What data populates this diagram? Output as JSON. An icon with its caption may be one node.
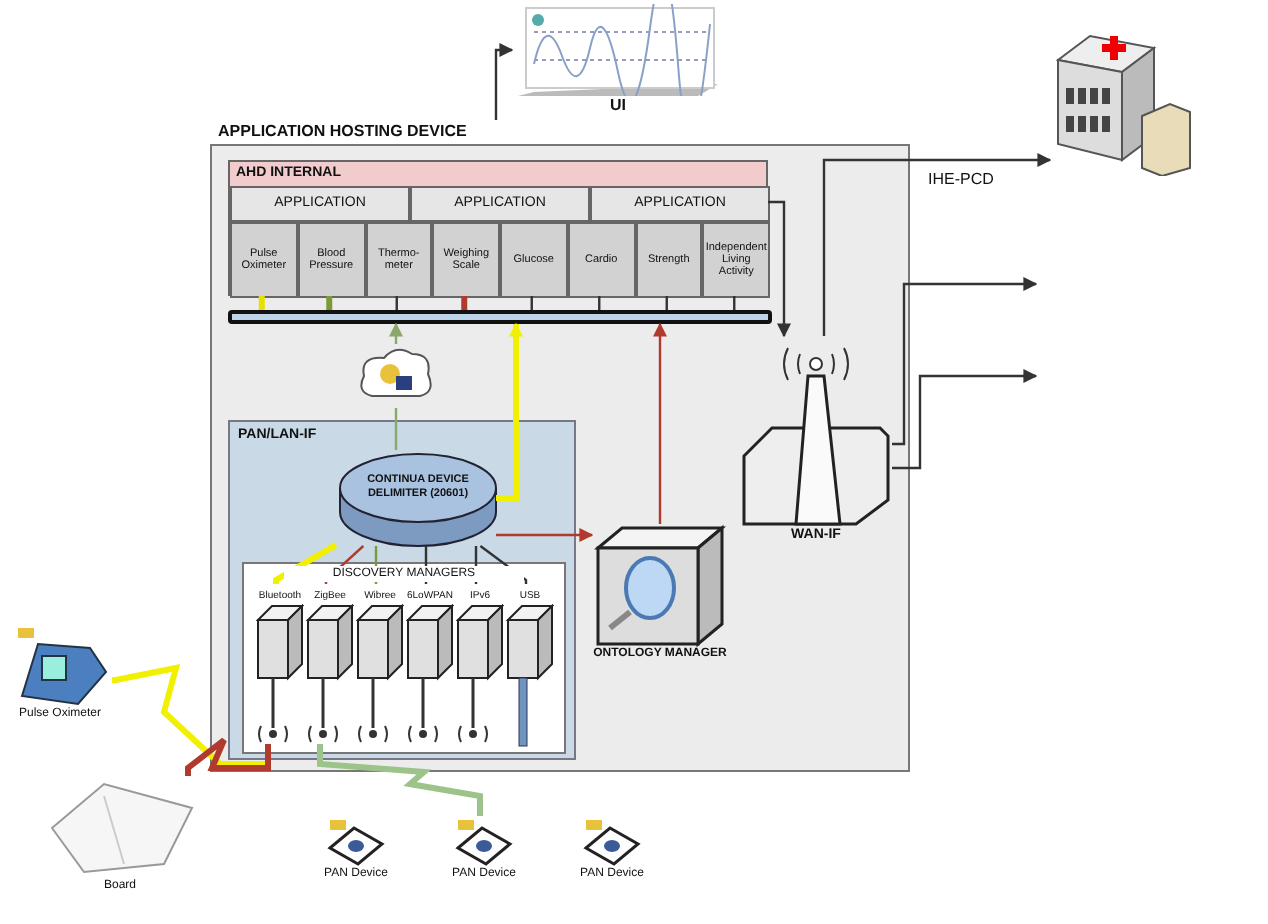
{
  "diagram": {
    "nodes": [
      {
        "text": [
          "UI"
        ]
      },
      {
        "text": [],
        "shape": "picture"
      },
      {
        "text": [
          "APPLICATION HOSTING DEVICE"
        ]
      },
      {
        "text": [
          "AHD INTERNAL"
        ],
        "in": 2
      },
      {
        "text": [
          "APPLICATION"
        ],
        "in": 3
      },
      {
        "text": [
          "APPLICATION"
        ],
        "in": 3
      },
      {
        "text": [
          "APPLICATION"
        ],
        "in": 3
      },
      {
        "text": [
          "Pulse Oximeter"
        ],
        "in": 3
      },
      {
        "text": [
          "Blood Pressure"
        ],
        "in": 3
      },
      {
        "text": [
          "Thermo- meter"
        ],
        "in": 3
      },
      {
        "text": [
          "Weighing Scale"
        ],
        "in": 3
      },
      {
        "text": [
          "Glucose"
        ],
        "in": 3
      },
      {
        "text": [
          "Cardio"
        ],
        "in": 3
      },
      {
        "text": [
          "Strength"
        ],
        "in": 3
      },
      {
        "text": [
          "Independent Living Activity"
        ],
        "in": 3
      },
      {
        "text": [],
        "shape": "bar",
        "in": 2
      },
      {
        "text": [],
        "shape": "cloud",
        "in": 2
      },
      {
        "text": [
          "PAN/LAN-IF"
        ],
        "in": 2
      },
      {
        "text": [
          "CONTINUA DEVICE DELIMITER (20601)"
        ],
        "in": 17
      },
      {
        "text": [
          "DISCOVERY MANAGERS"
        ],
        "in": 17
      },
      {
        "text": [
          "Bluetooth"
        ],
        "in": 19
      },
      {
        "text": [
          "ZigBee"
        ],
        "in": 19
      },
      {
        "text": [
          "Wibree"
        ],
        "in": 19
      },
      {
        "text": [
          "6LoWPAN"
        ],
        "in": 19
      },
      {
        "text": [
          "IPv6"
        ],
        "in": 19
      },
      {
        "text": [
          "USB"
        ],
        "in": 19
      },
      {
        "text": [
          "ONTOLOGY MANAGER"
        ],
        "in": 2
      },
      {
        "text": [
          "WAN-IF"
        ],
        "in": 2
      },
      {
        "text": [
          "Pulse Oximeter"
        ]
      },
      {
        "text": [
          "Board"
        ]
      },
      {
        "text": [
          "PAN Device"
        ]
      },
      {
        "text": [
          "PAN Device"
        ]
      },
      {
        "text": [
          "PAN Device"
        ]
      }
    ],
    "edges": [
      {
        "from": 2,
        "to": 0,
        "arrow": "to"
      },
      {
        "from": 27,
        "to": 1,
        "arrow": "to",
        "label": "IHE-PCD"
      },
      {
        "from": 27,
        "to": null,
        "arrow": "to"
      },
      {
        "from": 27,
        "to": null,
        "arrow": "to"
      },
      {
        "from": 6,
        "to": 27,
        "arrow": "to"
      },
      {
        "from": 7,
        "to": 15,
        "arrow": "none",
        "style": "thick",
        "color": "#e8e000"
      },
      {
        "from": 8,
        "to": 15,
        "arrow": "none",
        "style": "thick",
        "color": "#7a9a3a"
      },
      {
        "from": 9,
        "to": 15,
        "arrow": "none"
      },
      {
        "from": 10,
        "to": 15,
        "arrow": "none",
        "style": "thick",
        "color": "#b03a2e"
      },
      {
        "from": 11,
        "to": 15,
        "arrow": "none"
      },
      {
        "from": 12,
        "to": 15,
        "arrow": "none"
      },
      {
        "from": 13,
        "to": 15,
        "arrow": "none"
      },
      {
        "from": 14,
        "to": 15,
        "arrow": "none"
      },
      {
        "from": 16,
        "to": 15,
        "arrow": "to",
        "color": "#8aa86a"
      },
      {
        "from": 18,
        "to": 15,
        "arrow": "to",
        "style": "thick",
        "color": "#f0f000"
      },
      {
        "from": 26,
        "to": 15,
        "arrow": "to",
        "color": "#b03a2e"
      },
      {
        "from": 18,
        "to": 26,
        "arrow": "to",
        "color": "#b03a2e"
      },
      {
        "from": 18,
        "to": 16,
        "arrow": "none",
        "color": "#8aa86a"
      },
      {
        "from": 18,
        "to": 20,
        "arrow": "none",
        "style": "thick",
        "color": "#f0f000"
      },
      {
        "from": 18,
        "to": 21,
        "arrow": "none",
        "color": "#b03a2e"
      },
      {
        "from": 18,
        "to": 22,
        "arrow": "none",
        "color": "#7a9a3a"
      },
      {
        "from": 18,
        "to": 23,
        "arrow": "none"
      },
      {
        "from": 18,
        "to": 24,
        "arrow": "none"
      },
      {
        "from": 18,
        "to": 25,
        "arrow": "none"
      },
      {
        "from": 28,
        "to": 20,
        "arrow": "none",
        "style": "thick",
        "color": "#f0f000"
      },
      {
        "from": 29,
        "to": 20,
        "arrow": "none",
        "style": "thick",
        "color": "#b03a2e"
      },
      {
        "from": 31,
        "to": 21,
        "arrow": "none",
        "style": "thick",
        "color": "#9cc48a"
      }
    ]
  }
}
